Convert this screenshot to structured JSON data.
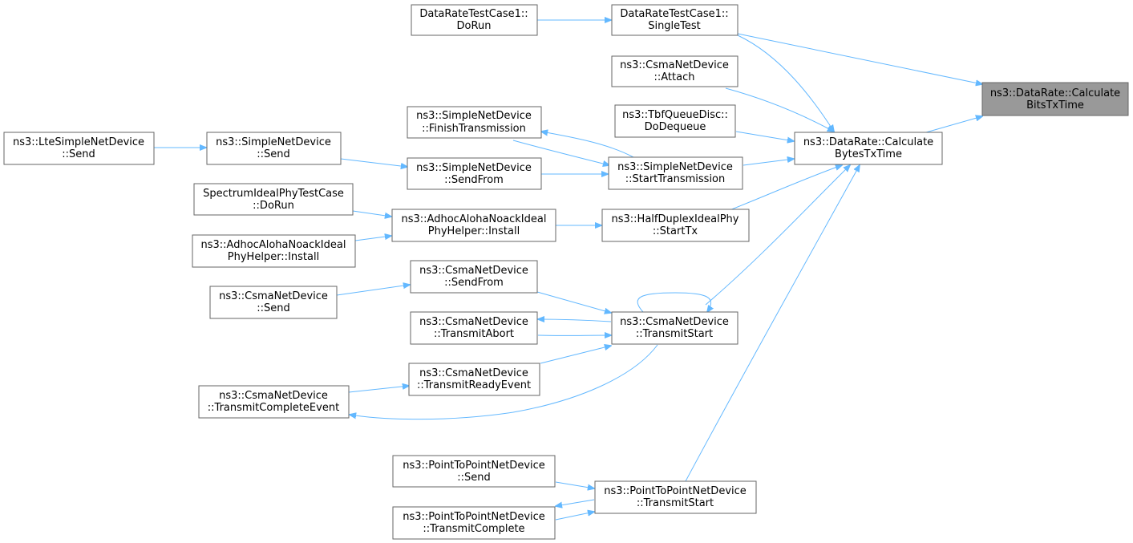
{
  "colors": {
    "edge": "#63b8ff",
    "node_border": "#666666",
    "node_fill": "#ffffff",
    "root_fill": "#999999",
    "text": "#000000"
  },
  "nodes": {
    "bits_tx_time": [
      "ns3::DataRate::Calculate",
      "BitsTxTime"
    ],
    "bytes_tx_time": [
      "ns3::DataRate::Calculate",
      "BytesTxTime"
    ],
    "dr_single_test": [
      "DataRateTestCase1::",
      "SingleTest"
    ],
    "dr_do_run": [
      "DataRateTestCase1::",
      "DoRun"
    ],
    "csma_attach": [
      "ns3::CsmaNetDevice",
      "::Attach"
    ],
    "tbf_dequeue": [
      "ns3::TbfQueueDisc::",
      "DoDequeue"
    ],
    "snd_finish_tx": [
      "ns3::SimpleNetDevice",
      "::FinishTransmission"
    ],
    "snd_start_tx": [
      "ns3::SimpleNetDevice",
      "::StartTransmission"
    ],
    "snd_send_from": [
      "ns3::SimpleNetDevice",
      "::SendFrom"
    ],
    "snd_send": [
      "ns3::SimpleNetDevice",
      "::Send"
    ],
    "lte_send": [
      "ns3::LteSimpleNetDevice",
      "::Send"
    ],
    "hd_start_tx": [
      "ns3::HalfDuplexIdealPhy",
      "::StartTx"
    ],
    "aloha_install_1": [
      "ns3::AdhocAlohaNoackIdeal",
      "PhyHelper::Install"
    ],
    "spectrum_do_run": [
      "SpectrumIdealPhyTestCase",
      "::DoRun"
    ],
    "aloha_install_2": [
      "ns3::AdhocAlohaNoackIdeal",
      "PhyHelper::Install"
    ],
    "csma_tx_start": [
      "ns3::CsmaNetDevice",
      "::TransmitStart"
    ],
    "csma_send_from": [
      "ns3::CsmaNetDevice",
      "::SendFrom"
    ],
    "csma_send": [
      "ns3::CsmaNetDevice",
      "::Send"
    ],
    "csma_tx_abort": [
      "ns3::CsmaNetDevice",
      "::TransmitAbort"
    ],
    "csma_tx_ready": [
      "ns3::CsmaNetDevice",
      "::TransmitReadyEvent"
    ],
    "csma_tx_complete": [
      "ns3::CsmaNetDevice",
      "::TransmitCompleteEvent"
    ],
    "p2p_tx_start": [
      "ns3::PointToPointNetDevice",
      "::TransmitStart"
    ],
    "p2p_send": [
      "ns3::PointToPointNetDevice",
      "::Send"
    ],
    "p2p_tx_complete": [
      "ns3::PointToPointNetDevice",
      "::TransmitComplete"
    ]
  }
}
